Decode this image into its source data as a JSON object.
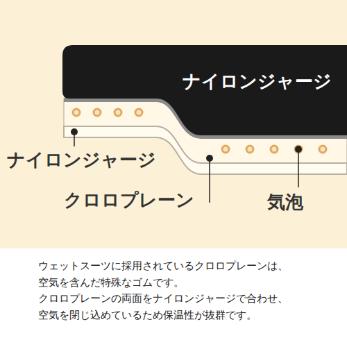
{
  "diagram": {
    "caption": "ウェットスーツに採用されているクロロプレーンは、 空気を含んだ特殊なゴムです。 クロロプレーンの両面をナイロンジャージで合わせ、 空気を閉じ込めているため保温性が抜群です。",
    "nodes": [
      {
        "text": [
          "ナイロンジャージ"
        ]
      }
    ],
    "labels": [
      "ナイロンジャージ",
      "クロロプレーン",
      "気泡"
    ]
  }
}
